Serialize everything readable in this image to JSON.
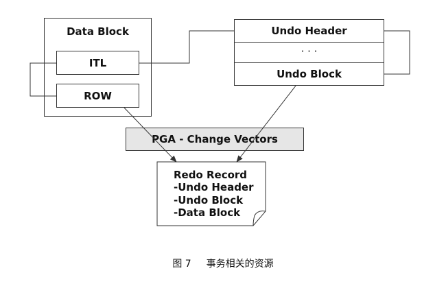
{
  "data_block": {
    "title": "Data Block",
    "itl": "ITL",
    "row": "ROW"
  },
  "undo_segment": {
    "header": "Undo Header",
    "ellipsis": "· · ·",
    "block": "Undo Block"
  },
  "pga": {
    "label": "PGA - Change Vectors"
  },
  "redo_record": {
    "title": "Redo Record",
    "items": [
      "-Undo Header",
      "-Undo Block",
      "-Data Block"
    ]
  },
  "caption": {
    "number": "图 7",
    "text": "事务相关的资源"
  },
  "colors": {
    "line": "#333333",
    "pga_fill": "#e6e6e6"
  }
}
